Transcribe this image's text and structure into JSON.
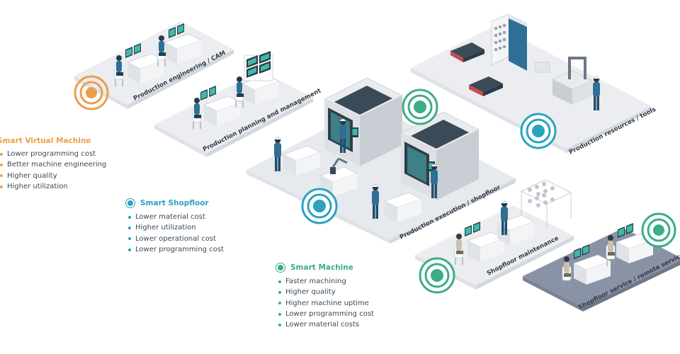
{
  "zones": {
    "production_engineering": "Production engineering / CAM",
    "production_planning": "Production planning and management",
    "production_execution": "Production execution / shopfloor",
    "production_resources": "Production resources / tools",
    "shopfloor_maintenance": "Shopfloor maintenance",
    "shopfloor_service": "Shopfloor service / remote service"
  },
  "benefits": {
    "smart_virtual_machine": {
      "title": "Smart Virtual Machine",
      "items": [
        "Lower programming cost",
        "Better machine engineering",
        "Higher quality",
        "Higher utilization"
      ]
    },
    "smart_shopfloor": {
      "title": "Smart Shopfloor",
      "items": [
        "Lower material cost",
        "Higher utilization",
        "Lower operational cost",
        "Lower programming cost"
      ]
    },
    "smart_machine": {
      "title": "Smart Machine",
      "items": [
        "Faster machining",
        "Higher quality",
        "Higher machine uptime",
        "Lower programming cost",
        "Lower material costs"
      ]
    }
  },
  "colors": {
    "virtual_machine_accent": "#e9a04a",
    "shopfloor_accent": "#2aa3bf",
    "machine_accent": "#3cae86",
    "platform_light": "#ebedf0",
    "platform_dark": "#8a93a6",
    "worker": "#2f6f96"
  }
}
